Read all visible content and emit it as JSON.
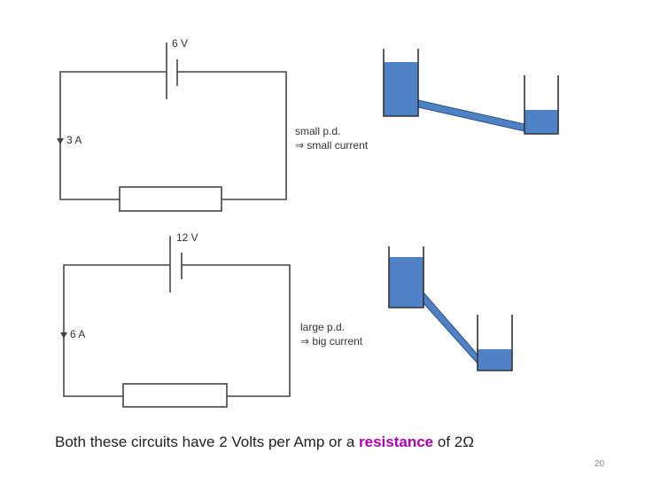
{
  "circuit_top": {
    "voltage": "6 V",
    "current": "3 A",
    "note_line1": "small p.d.",
    "note_line2": "⇒ small current"
  },
  "circuit_bottom": {
    "voltage": "12 V",
    "current": "6 A",
    "note_line1": "large p.d.",
    "note_line2": "⇒ big current"
  },
  "caption": {
    "before": "Both these circuits have 2 Volts per Amp or a ",
    "highlight": "resistance",
    "after": " of 2Ω"
  },
  "slide_number": "20",
  "colors": {
    "water": "#4f81c7",
    "wire": "#444444",
    "highlight": "#b000b0"
  }
}
